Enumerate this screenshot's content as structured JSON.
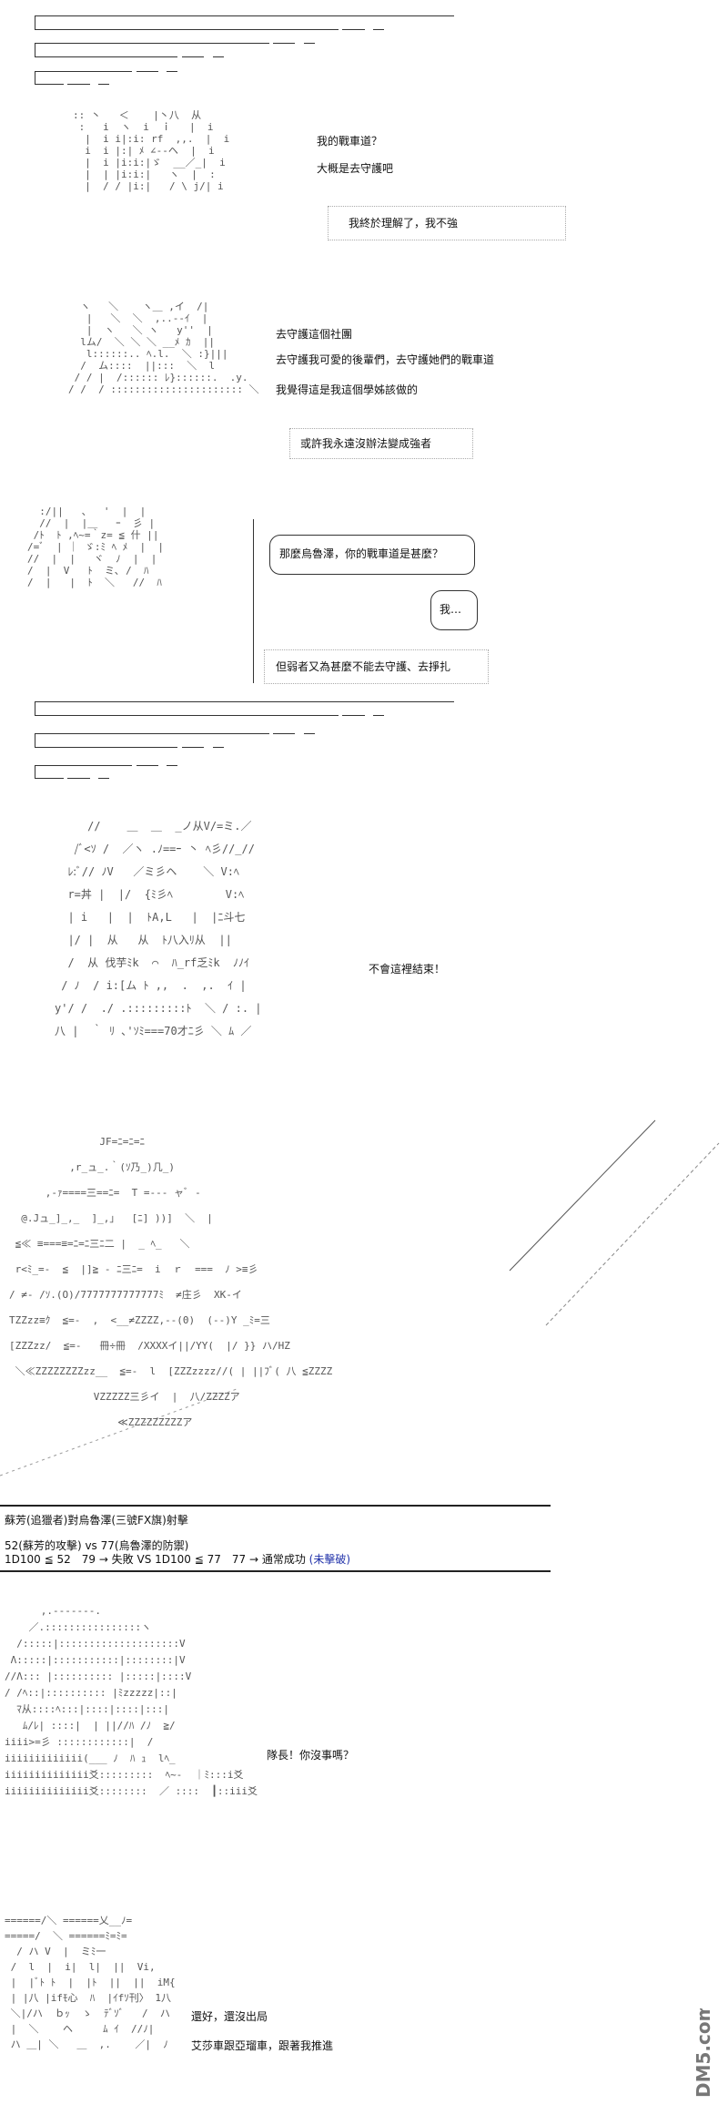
{
  "scene1": {
    "lines": [
      "我的戰車道？",
      "大概是去守護吧"
    ],
    "box": "我終於理解了，我不強"
  },
  "scene2": {
    "lines": [
      "去守護這個社團",
      "去守護我可愛的後輩們，去守護她們的戰車道",
      "我覺得這是我這個學姊該做的"
    ],
    "box": "或許我永遠沒辦法變成強者"
  },
  "scene3": {
    "bubble1": "那麼烏魯澤，你的戰車道是甚麼？",
    "bubble2": "我…",
    "box": "但弱者又為甚麼不能去守護、去掙扎"
  },
  "scene4": {
    "line": "不會這裡結束！"
  },
  "dice": {
    "title": "蘇芳(追獵者)對烏魯澤(三號FX旗)射擊",
    "matchup": "52(蘇芳的攻擊) vs 77(烏魯澤的防禦)",
    "roll": "1D100 ≦ 52　79 → 失敗 VS 1D100 ≦ 77　77 → 通常成功 ",
    "result": "(未擊破)",
    "result_color": "#2233aa"
  },
  "scene5": {
    "line": "隊長！你沒事嗎？"
  },
  "scene6": {
    "lines": [
      "還好，還沒出局",
      "艾莎車跟亞瑠車，跟著我推進"
    ]
  },
  "watermark": "DM5.com",
  "art": {
    "fig1": [
      ":: 丶   ＜    |丶八  从",
      " :   i  ヽ  i  ｉ   |  i",
      "  |  i i|:i: rf  ,,.  |  i",
      "  i  i |:| ﾒ ∠-‐ヘ  |  i",
      "  |  i |i:i:|ゞ  __／_|  i",
      "  |  | |i:i:|   ヽ  |  :",
      "  |  / / |i:|   / \\ j/| i"
    ],
    "fig2": [
      "  ヽ   ＼    ヽ＿ ,イ  /|",
      "   |   ＼  ＼  ,..-‐ｲ  |",
      "   |  ヽ   ＼ ヽ   y''  |",
      "  lム/  ＼ ＼ ＼ __ﾒ ｶ  ||",
      "   l::::::.. ﾍ.l.  ＼ :}|||",
      "  /  ム::::  ||:::  ＼  l",
      " / / |  /:::::: ﾚ}::::::.  .y.",
      "/ /  / :::::::::::::::::::::: ＼"
    ],
    "fig3": [
      "  :/||   、  '  |  | ",
      "  //  |  |＿   ｰ  彡 |",
      " /ﾄ  ﾄ ,ﾍ~=｀z= ≦ 什 ||",
      "/=ﾞ  | ｜ ゞ:ﾐ ﾍ ﾒ  |  |",
      "//  |  |   ヾ  ﾉ  |  |",
      "/  |  V   ﾄ  ミ､ /  ﾊ ",
      "/  |   |  ﾄ  ＼   //  ﾊ"
    ],
    "fig4": [
      "     //    ＿  ＿  _ノ从V/=ミ.／",
      "   /ﾞ<ｿ /  ／ヽ .ﾉ==ｰ 丶 ﾍ彡//_//",
      "  ﾚ:ﾞ// ﾉV   ／ミ彡ヘ    ＼ V:ﾍ",
      "  r=丼 |  |/  {ﾐ彡ﾍ        V:ﾍ",
      "  | i   |  |  ﾄA,L   |  |ﾆ斗七",
      "  |/ |  从   从  ﾄ八入ﾘ从  ||",
      "  /  从 伐芋ﾐk  ⌒  ﾊ_rf乏ﾐk  ﾉﾉｲ",
      " / ﾉ  / i:[ム ﾄ ,,  .  ,.  ｲ |",
      "y'/ /  ./ .:::::::::ﾄ  ＼ / :. | ",
      "八 |  ｀ ﾘ ､'ｿﾐ===70才ﾆ彡 ＼ ﾑ ／"
    ],
    "tank": [
      "               JF=ﾆ=ﾆ=ﾆ",
      "          ,r_ュ_.｀(ｿ乃_)几_)",
      "      ,-ｧ====三==ﾆ=  T =‐‐‐ ャﾞ ‐",
      "  @.Jュ_]_,_  ]_,」  [ﾆ] ))]  ＼  |",
      " ≦≪ ≡===≡=ﾆ=ﾆ三ﾆ二 |  _ ﾍ_   ＼",
      " r<ﾐ_=-  ≦  |]≧ - ﾆ三ﾆ=  i  ｒ  ===  ﾉ >≡彡",
      "/ ≠- /ｿ.(O)/7777777777777ﾐ  ≠庄彡  XK-イ",
      "TZZzz≡ｸ  ≦=-  ,  <__≠ZZZZ,‐‐(0)  (‐‐)Y _ﾐ=三",
      "[ZZZzz/  ≦=-   冊÷冊  /XXXXイ||/YY(  |/ }} ハ/HZ",
      " ＼≪ZZZZZZZZzz__  ≦=-  l  [ZZZzzzz//( | ||ﾌﾞ( 八 ≦ZZZZ",
      "              VZZZZZ三彡イ  |  八/ZZZZア",
      "                  ≪ZZZZZZZZZア"
    ],
    "fig5": [
      "      ,.-‐‐‐‐‐-.",
      "    ／.::::::::::::::::ヽ",
      "  /:::::|::::::::::::::::::::V",
      " Λ:::::|:::::::::::|::::::::|V",
      "//Λ::: |:::::::::: |:::::|::::V",
      "/ /ﾍ::|:::::::::: |ﾐzzzzz|::|",
      "  ﾏ从::::ﾍ:::|::::|::::|:::|",
      "   ﾑ/ﾚ| ::::|  | ||//ﾊ /ﾉ  ≧/",
      "iiii>=彡 ::::::::::::|  /",
      "iiiiiiiiiiiii(___ ﾉ  ﾊ ｭ  lﾍ_",
      "iiiiiiiiiiiiii爻:::::::::  ﾍ~-  ｜ﾐ:::i爻",
      "iiiiiiiiiiiiii爻::::::::  ／ ::::  ┃::iii爻"
    ],
    "fig6": [
      "======/＼ ======乂__ﾉ=",
      "=====/  ＼ ======ﾐ=ﾐ=",
      "  / ハ V  |  ミﾐ一",
      " /  l  |  i|  l|  ||  Vi, ",
      " |  |ﾞﾄ ﾄ  |  |ﾄ  ||  ||  iM{",
      " | |八 |ifﾓ心  ﾊ  |ｲfｿ刊〉 1八",
      " ＼|/ハ  ｂｯ  ゝ  ﾃﾞｿﾞ   /  ハ",
      " |  ＼    ヘ     ﾑ ｲ  //ﾉ|",
      " ハ ＿| ＼   ＿  ,.    ／|  ﾉ"
    ]
  }
}
